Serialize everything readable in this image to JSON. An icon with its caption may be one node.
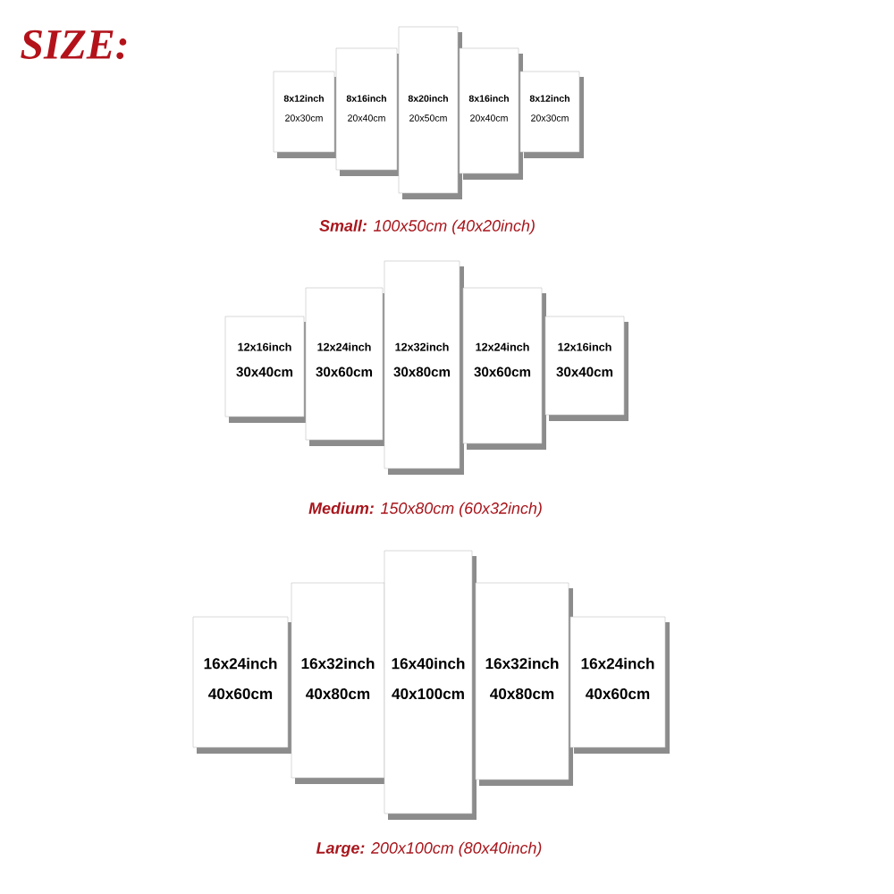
{
  "diagram": {
    "title": "SIZE:",
    "nodes": [
      {
        "text": [
          "8x12inch",
          "20x30cm"
        ]
      },
      {
        "text": [
          "8x16inch",
          "20x40cm"
        ]
      },
      {
        "text": [
          "8x20inch",
          "20x50cm"
        ]
      },
      {
        "text": [
          "8x16inch",
          "20x40cm"
        ]
      },
      {
        "text": [
          "8x12inch",
          "20x30cm"
        ]
      },
      {
        "text": [
          "12x16inch",
          "30x40cm"
        ]
      },
      {
        "text": [
          "12x24inch",
          "30x60cm"
        ]
      },
      {
        "text": [
          "12x32inch",
          "30x80cm"
        ]
      },
      {
        "text": [
          "12x24inch",
          "30x60cm"
        ]
      },
      {
        "text": [
          "12x16inch",
          "30x40cm"
        ]
      },
      {
        "text": [
          "16x24inch",
          "40x60cm"
        ]
      },
      {
        "text": [
          "16x32inch",
          "40x80cm"
        ]
      },
      {
        "text": [
          "16x40inch",
          "40x100cm"
        ]
      },
      {
        "text": [
          "16x32inch",
          "40x80cm"
        ]
      },
      {
        "text": [
          "16x24inch",
          "40x60cm"
        ]
      }
    ],
    "labels": [
      "**Small:** 100x50cm (40x20inch)",
      "**Medium:** 150x80cm (60x32inch)",
      "**Large:** 200x100cm (80x40inch)"
    ]
  }
}
